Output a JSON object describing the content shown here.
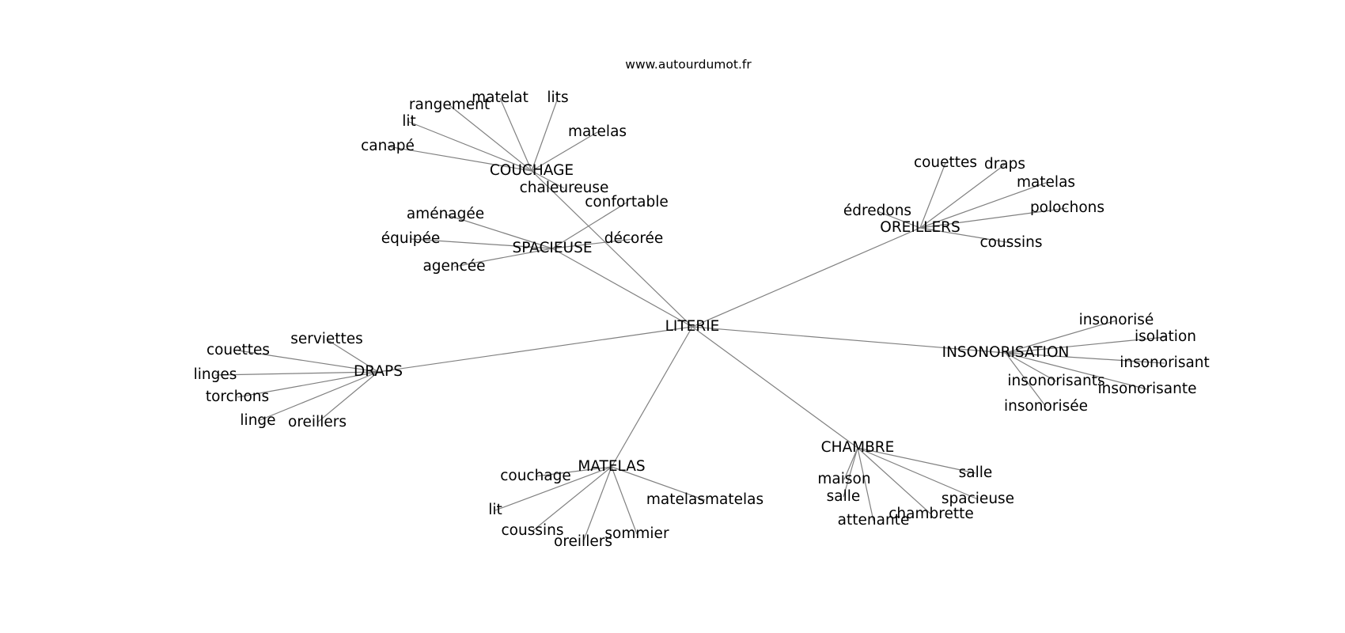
{
  "site": "www.autourdumot.fr",
  "colors": {
    "edge": "#808080",
    "text": "#000000",
    "background": "#ffffff"
  },
  "graph": {
    "center": "LITERIE",
    "clusters": [
      {
        "hub": "COUCHAGE",
        "words": [
          "matelat",
          "lits",
          "rangement",
          "lit",
          "matelas",
          "canapé",
          "chaleureuse"
        ]
      },
      {
        "hub": "SPACIEUSE",
        "words": [
          "confortable",
          "aménagée",
          "équipée",
          "décorée",
          "agencée"
        ]
      },
      {
        "hub": "OREILLERS",
        "words": [
          "couettes",
          "draps",
          "matelas",
          "édredons",
          "polochons",
          "coussins"
        ]
      },
      {
        "hub": "INSONORISATION",
        "words": [
          "insonorisé",
          "isolation",
          "insonorisant",
          "insonorisants",
          "insonorisante",
          "insonorisée"
        ]
      },
      {
        "hub": "DRAPS",
        "words": [
          "serviettes",
          "couettes",
          "linges",
          "torchons",
          "linge",
          "oreillers"
        ]
      },
      {
        "hub": "MATELAS",
        "words": [
          "couchage",
          "lit",
          "matelasmatelas",
          "coussins",
          "sommier",
          "oreillers"
        ]
      },
      {
        "hub": "CHAMBRE",
        "words": [
          "salle",
          "maison",
          "salle",
          "spacieuse",
          "chambrette",
          "attenante"
        ]
      }
    ]
  }
}
